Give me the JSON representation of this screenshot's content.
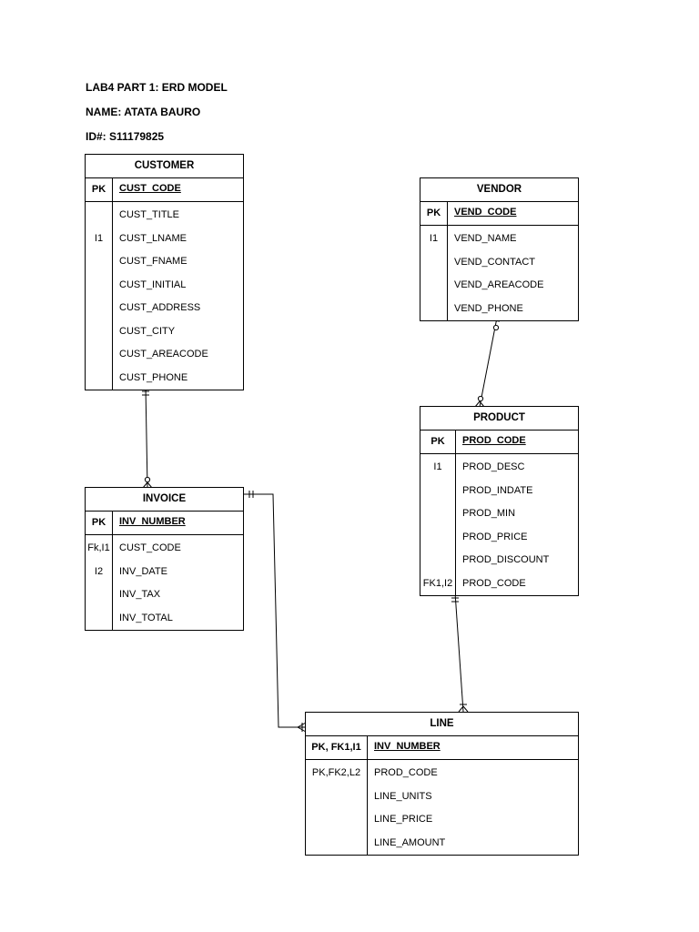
{
  "header": {
    "line1": "LAB4 PART 1: ERD MODEL",
    "line2": "NAME: ATATA BAURO",
    "line3": "ID#: S11179825"
  },
  "entities": {
    "customer": {
      "title": "CUSTOMER",
      "pk_label": "PK",
      "pk_field": "CUST_CODE",
      "rows": [
        {
          "key": "",
          "field": "CUST_TITLE"
        },
        {
          "key": "I1",
          "field": "CUST_LNAME"
        },
        {
          "key": "",
          "field": "CUST_FNAME"
        },
        {
          "key": "",
          "field": "CUST_INITIAL"
        },
        {
          "key": "",
          "field": "CUST_ADDRESS"
        },
        {
          "key": "",
          "field": "CUST_CITY"
        },
        {
          "key": "",
          "field": "CUST_AREACODE"
        },
        {
          "key": "",
          "field": "CUST_PHONE"
        }
      ]
    },
    "vendor": {
      "title": "VENDOR",
      "pk_label": "PK",
      "pk_field": "VEND_CODE",
      "rows": [
        {
          "key": "I1",
          "field": "VEND_NAME"
        },
        {
          "key": "",
          "field": "VEND_CONTACT"
        },
        {
          "key": "",
          "field": "VEND_AREACODE"
        },
        {
          "key": "",
          "field": "VEND_PHONE"
        }
      ]
    },
    "product": {
      "title": "PRODUCT",
      "pk_label": "PK",
      "pk_field": "PROD_CODE",
      "rows": [
        {
          "key": "I1",
          "field": "PROD_DESC"
        },
        {
          "key": "",
          "field": "PROD_INDATE"
        },
        {
          "key": "",
          "field": "PROD_MIN"
        },
        {
          "key": "",
          "field": "PROD_PRICE"
        },
        {
          "key": "",
          "field": "PROD_DISCOUNT"
        },
        {
          "key": "FK1,I2",
          "field": "PROD_CODE"
        }
      ]
    },
    "invoice": {
      "title": "INVOICE",
      "pk_label": "PK",
      "pk_field": "INV_NUMBER",
      "rows": [
        {
          "key": "Fk,I1",
          "field": "CUST_CODE"
        },
        {
          "key": "I2",
          "field": "INV_DATE"
        },
        {
          "key": "",
          "field": "INV_TAX"
        },
        {
          "key": "",
          "field": "INV_TOTAL"
        }
      ]
    },
    "line": {
      "title": "LINE",
      "pk_label": "PK, FK1,I1",
      "pk_field": "INV_NUMBER",
      "rows": [
        {
          "key": "PK,FK2,L2",
          "field": "PROD_CODE"
        },
        {
          "key": "",
          "field": "LINE_UNITS"
        },
        {
          "key": "",
          "field": "LINE_PRICE"
        },
        {
          "key": "",
          "field": "LINE_AMOUNT"
        }
      ]
    }
  }
}
